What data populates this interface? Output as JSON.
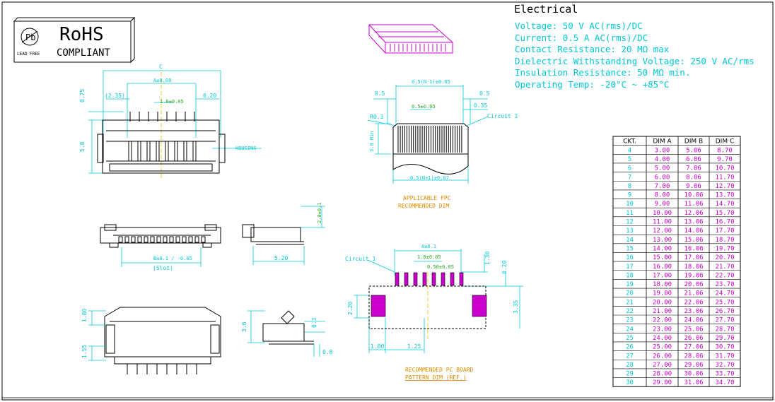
{
  "rohs": {
    "title": "RoHS",
    "subtitle": "COMPLIANT",
    "badge_letter": "Pb",
    "badge_caption": "LEAD FREE"
  },
  "electrical": {
    "heading": "Electrical",
    "lines": [
      "Voltage: 50  V  AC(rms)/DC",
      "Current: 0.5  A  AC(rms)/DC",
      "Contact  Resistance: 20  MΩ    max",
      "Dielectric  Withstanding  Voltage: 250  V  AC/rms",
      "Insulation  Resistance: 50   MΩ      min.",
      "Operating  Temp: -20°C  ~  +85°C"
    ]
  },
  "front_view": {
    "dim_c": "C",
    "dim_a": "A±0.08",
    "dim_pitch": "1.0±0.05",
    "dim_left": "(2.35)",
    "dim_right": "0.20",
    "dim_top": "0.75",
    "dim_height": "5.8",
    "housing_label": "HOUSING"
  },
  "slot_view": {
    "dim_b": "B±0.1 / -0.05",
    "slot_label": "(Slot)"
  },
  "side_view_top": {
    "dim_height": "2.0±0.1",
    "dim_width": "5.20"
  },
  "side_view_bottom": {
    "dim_a": "1.80",
    "dim_b": "1.55",
    "dim_c": "3.6",
    "dim_d": "0.3",
    "dim_e": "0.8"
  },
  "fpc": {
    "dim_top": "0.5(N-1)±0.05",
    "dim_left_a": "0.5",
    "dim_right_a": "0.5",
    "dim_pitch": "0.5±0.05",
    "dim_right_b": "0.35",
    "dim_r": "R0.3",
    "circuit_label": "Circuit 1",
    "dim_min": "3.0 Min",
    "dim_bottom": "0.5(N+1)±0.07",
    "caption_1": "APPLICABLE FPC",
    "caption_2": "RECOMMENDED DIM"
  },
  "pcb": {
    "dim_a": "A±0.1",
    "dim_pitch": "1.0±0.05",
    "dim_pad": "0.50±0.05",
    "circuit_label": "Circuit 1",
    "dim_130": "1.30",
    "dim_020": "0.20",
    "dim_220": "2.20",
    "dim_335": "3.35",
    "dim_180": "1.80",
    "dim_125": "1.25",
    "caption_1": "RECOMMENDED PC BOARD",
    "caption_2": "PATTERN DIM (REF.)"
  },
  "dim_table": {
    "headers": [
      "CKT.",
      "DIM A",
      "DIM B",
      "DIM C"
    ],
    "rows": [
      [
        "4",
        "3.00",
        "5.06",
        "8.70"
      ],
      [
        "5",
        "4.00",
        "6.06",
        "9.70"
      ],
      [
        "6",
        "5.00",
        "7.06",
        "10.70"
      ],
      [
        "7",
        "6.00",
        "8.06",
        "11.70"
      ],
      [
        "8",
        "7.00",
        "9.06",
        "12.70"
      ],
      [
        "9",
        "8.00",
        "10.06",
        "13.70"
      ],
      [
        "10",
        "9.00",
        "11.06",
        "14.70"
      ],
      [
        "11",
        "10.00",
        "12.06",
        "15.70"
      ],
      [
        "12",
        "11.00",
        "13.06",
        "16.70"
      ],
      [
        "13",
        "12.00",
        "14.06",
        "17.70"
      ],
      [
        "14",
        "13.00",
        "15.06",
        "18.70"
      ],
      [
        "15",
        "14.00",
        "16.06",
        "19.70"
      ],
      [
        "16",
        "15.00",
        "17.06",
        "20.70"
      ],
      [
        "17",
        "16.00",
        "18.06",
        "21.70"
      ],
      [
        "18",
        "17.00",
        "19.06",
        "22.70"
      ],
      [
        "19",
        "18.00",
        "20.06",
        "23.70"
      ],
      [
        "20",
        "19.00",
        "21.06",
        "24.70"
      ],
      [
        "21",
        "20.00",
        "22.06",
        "25.70"
      ],
      [
        "22",
        "21.00",
        "23.06",
        "26.70"
      ],
      [
        "23",
        "22.00",
        "24.06",
        "27.70"
      ],
      [
        "24",
        "23.00",
        "25.06",
        "28.70"
      ],
      [
        "25",
        "24.00",
        "26.06",
        "29.70"
      ],
      [
        "26",
        "25.00",
        "27.06",
        "30.70"
      ],
      [
        "27",
        "26.00",
        "28.06",
        "31.70"
      ],
      [
        "28",
        "27.00",
        "29.06",
        "32.70"
      ],
      [
        "29",
        "28.00",
        "30.06",
        "33.70"
      ],
      [
        "30",
        "29.00",
        "31.06",
        "34.70"
      ]
    ]
  },
  "colors": {
    "dimension": "#00c8d8",
    "outline": "#000000",
    "caption": "#e08a00",
    "highlight": "#cc00cc",
    "pitch_label": "#22aa22"
  }
}
